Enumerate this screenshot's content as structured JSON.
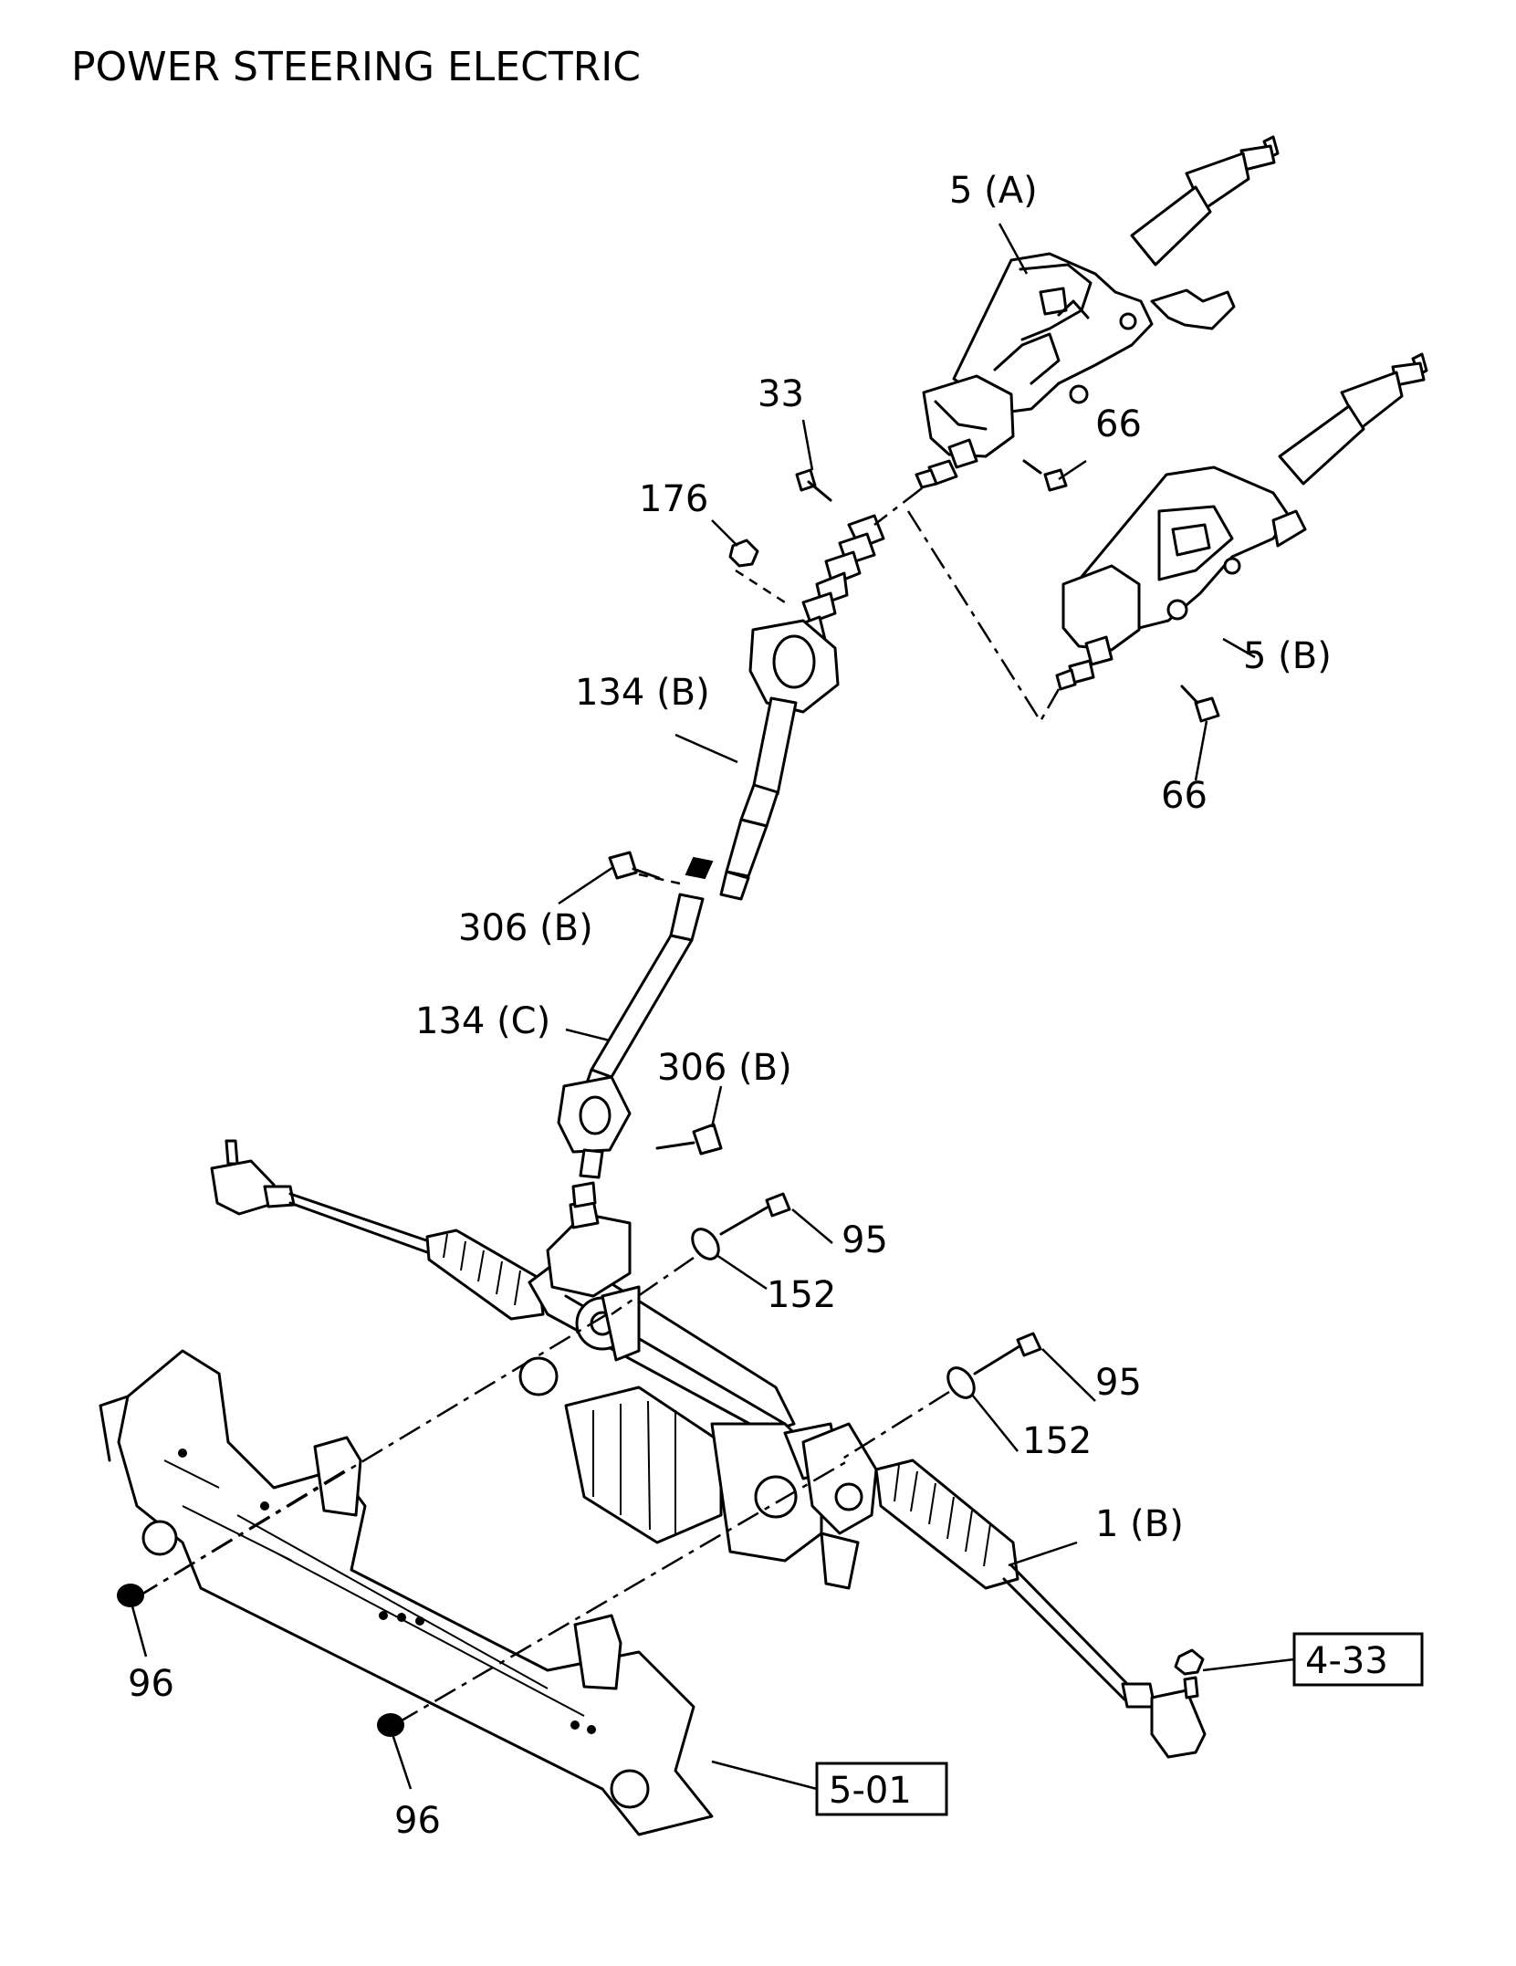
{
  "title": "POWER STEERING ELECTRIC",
  "callouts": {
    "c5a": "5 (A)",
    "c5b": "5 (B)",
    "c33": "33",
    "c66a": "66",
    "c66b": "66",
    "c176": "176",
    "c134b": "134 (B)",
    "c306b_a": "306 (B)",
    "c134c": "134 (C)",
    "c306b_b": "306 (B)",
    "c95a": "95",
    "c152a": "152",
    "c95b": "95",
    "c152b": "152",
    "c1b": "1 (B)",
    "c96a": "96",
    "c96b": "96"
  },
  "references": {
    "r433": "4-33",
    "r501": "5-01"
  },
  "icons": [
    "steering-column-a-icon",
    "steering-column-b-icon",
    "intermediate-shaft-icon",
    "steering-gear-rack-icon",
    "crossmember-frame-icon",
    "bolt-icon",
    "nut-icon",
    "washer-icon"
  ]
}
